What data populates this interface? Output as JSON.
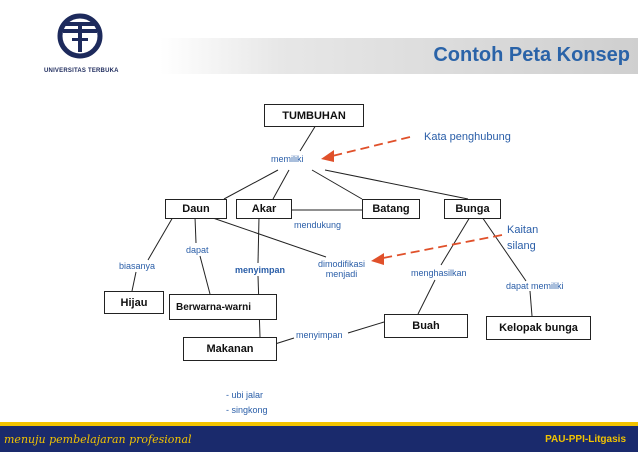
{
  "header": {
    "title": "Contoh Peta Konsep"
  },
  "logo": {
    "text": "UNIVERSITAS TERBUKA"
  },
  "nodes": {
    "tumbuhan": "TUMBUHAN",
    "daun": "Daun",
    "akar": "Akar",
    "batang": "Batang",
    "bunga": "Bunga",
    "hijau": "Hijau",
    "berwarna": "Berwarna-warni",
    "makanan": "Makanan",
    "buah": "Buah",
    "kelopak": "Kelopak bunga"
  },
  "links": {
    "memiliki": "memiliki",
    "mendukung": "mendukung",
    "biasanya": "biasanya",
    "dapat": "dapat",
    "menyimpan_akar": "menyimpan",
    "dimodifikasi": "dimodifikasi",
    "menjadi": "menjadi",
    "menghasilkan": "menghasilkan",
    "dapat_memiliki": "dapat memiliki",
    "menyimpan_buah": "menyimpan"
  },
  "annotations": {
    "kata_penghubung": "Kata penghubung",
    "kaitan": "Kaitan",
    "silang": "silang"
  },
  "examples": [
    "- ubi jalar",
    "- singkong"
  ],
  "footer": {
    "motto": "menuju  pembelajaran profesional",
    "org": "PAU-PPI-Litgasis"
  },
  "colors": {
    "accent": "#2a63a8",
    "arrow": "#e0502a",
    "footer": "#1a2a6c",
    "footer_text": "#f2c300"
  }
}
